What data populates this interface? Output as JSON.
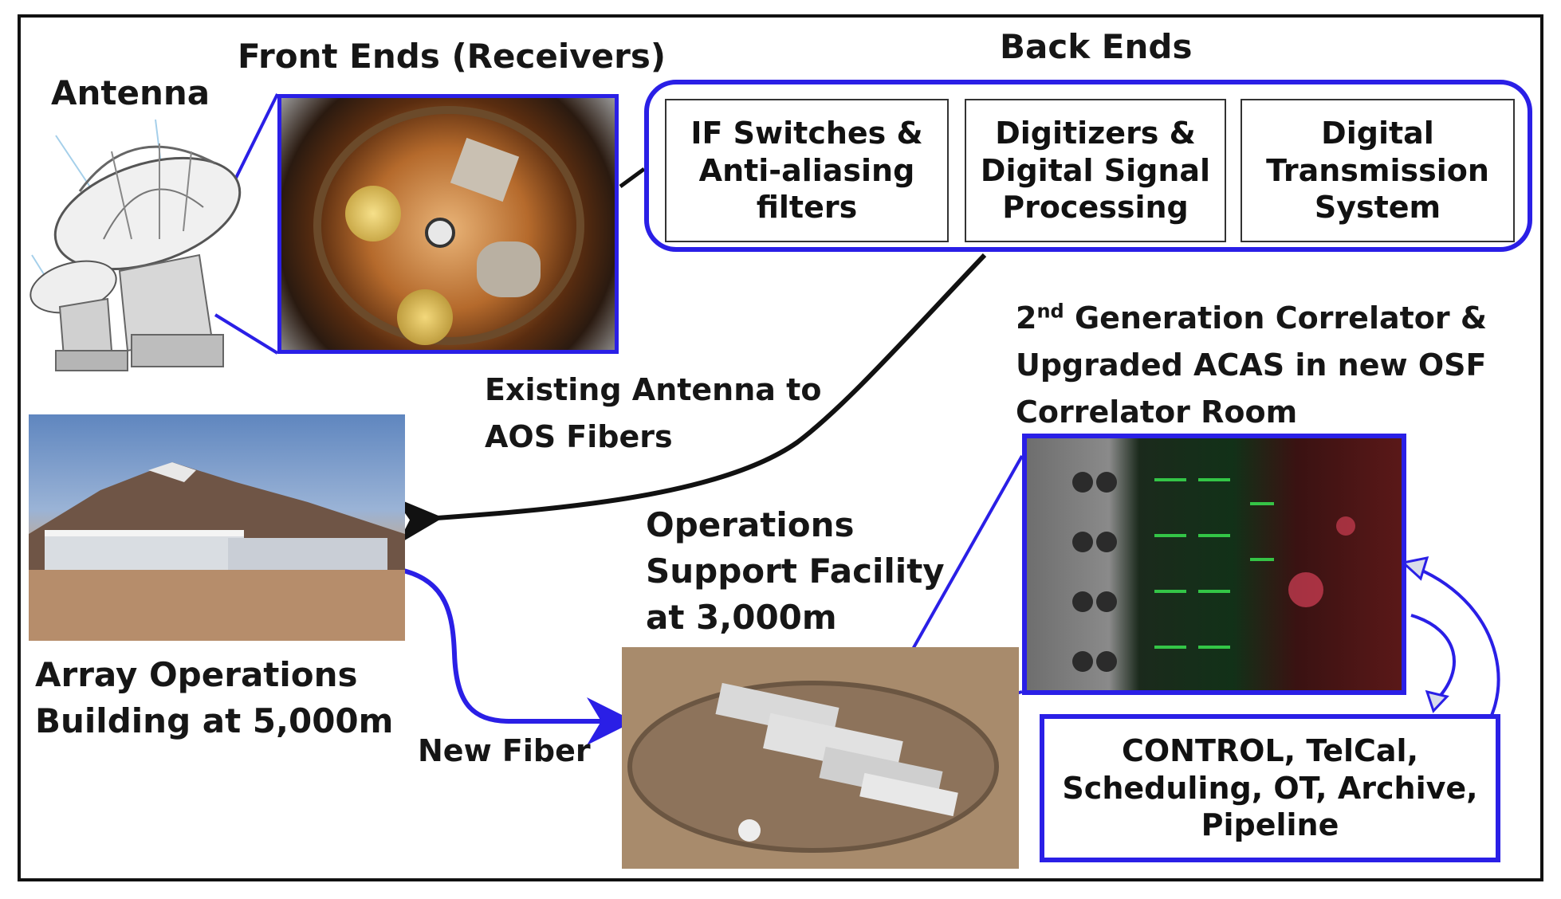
{
  "titles": {
    "antenna": "Antenna",
    "front_ends": "Front Ends (Receivers)",
    "back_ends": "Back Ends"
  },
  "back_end_boxes": [
    {
      "label": "IF Switches &\nAnti-aliasing\nfilters"
    },
    {
      "label": "Digitizers &\nDigital Signal\nProcessing"
    },
    {
      "label": "Digital\nTransmission\nSystem"
    }
  ],
  "labels": {
    "existing_fibers": "Existing Antenna to\nAOS  Fibers",
    "correlator_sup": "nd",
    "correlator_rest": " Generation Correlator &",
    "correlator_num": "2",
    "correlator_line2": "Upgraded ACAS  in new OSF",
    "correlator_line3": "Correlator Room",
    "osf": "Operations\nSupport Facility\nat 3,000m",
    "aob": "Array Operations\nBuilding at 5,000m",
    "new_fiber": "New Fiber"
  },
  "software_box": "CONTROL, TelCal,\nScheduling, OT, Archive,\nPipeline",
  "colors": {
    "accent_blue": "#2a1fe6",
    "arrow_black": "#111111",
    "frame": "#111111"
  }
}
